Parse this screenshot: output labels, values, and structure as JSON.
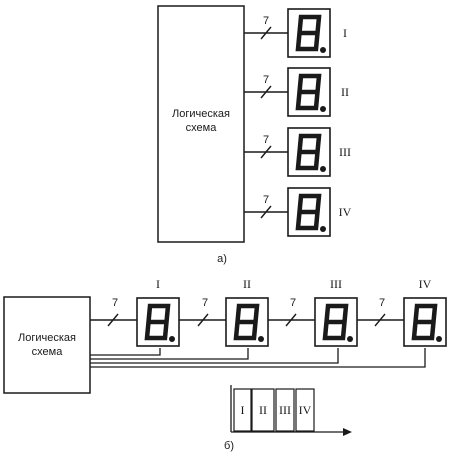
{
  "part_a": {
    "block_label_line1": "Логическая",
    "block_label_line2": "схема",
    "caption": "а)",
    "bus_width": "7",
    "numerals": [
      "I",
      "II",
      "III",
      "IV"
    ]
  },
  "part_b": {
    "block_label_line1": "Логическая",
    "block_label_line2": "схема",
    "caption": "б)",
    "bus_width": "7",
    "numerals": [
      "I",
      "II",
      "III",
      "IV"
    ],
    "timing_labels": [
      "I",
      "II",
      "III",
      "IV"
    ]
  },
  "colors": {
    "ink": "#1a1a1a",
    "paper": "#ffffff"
  }
}
